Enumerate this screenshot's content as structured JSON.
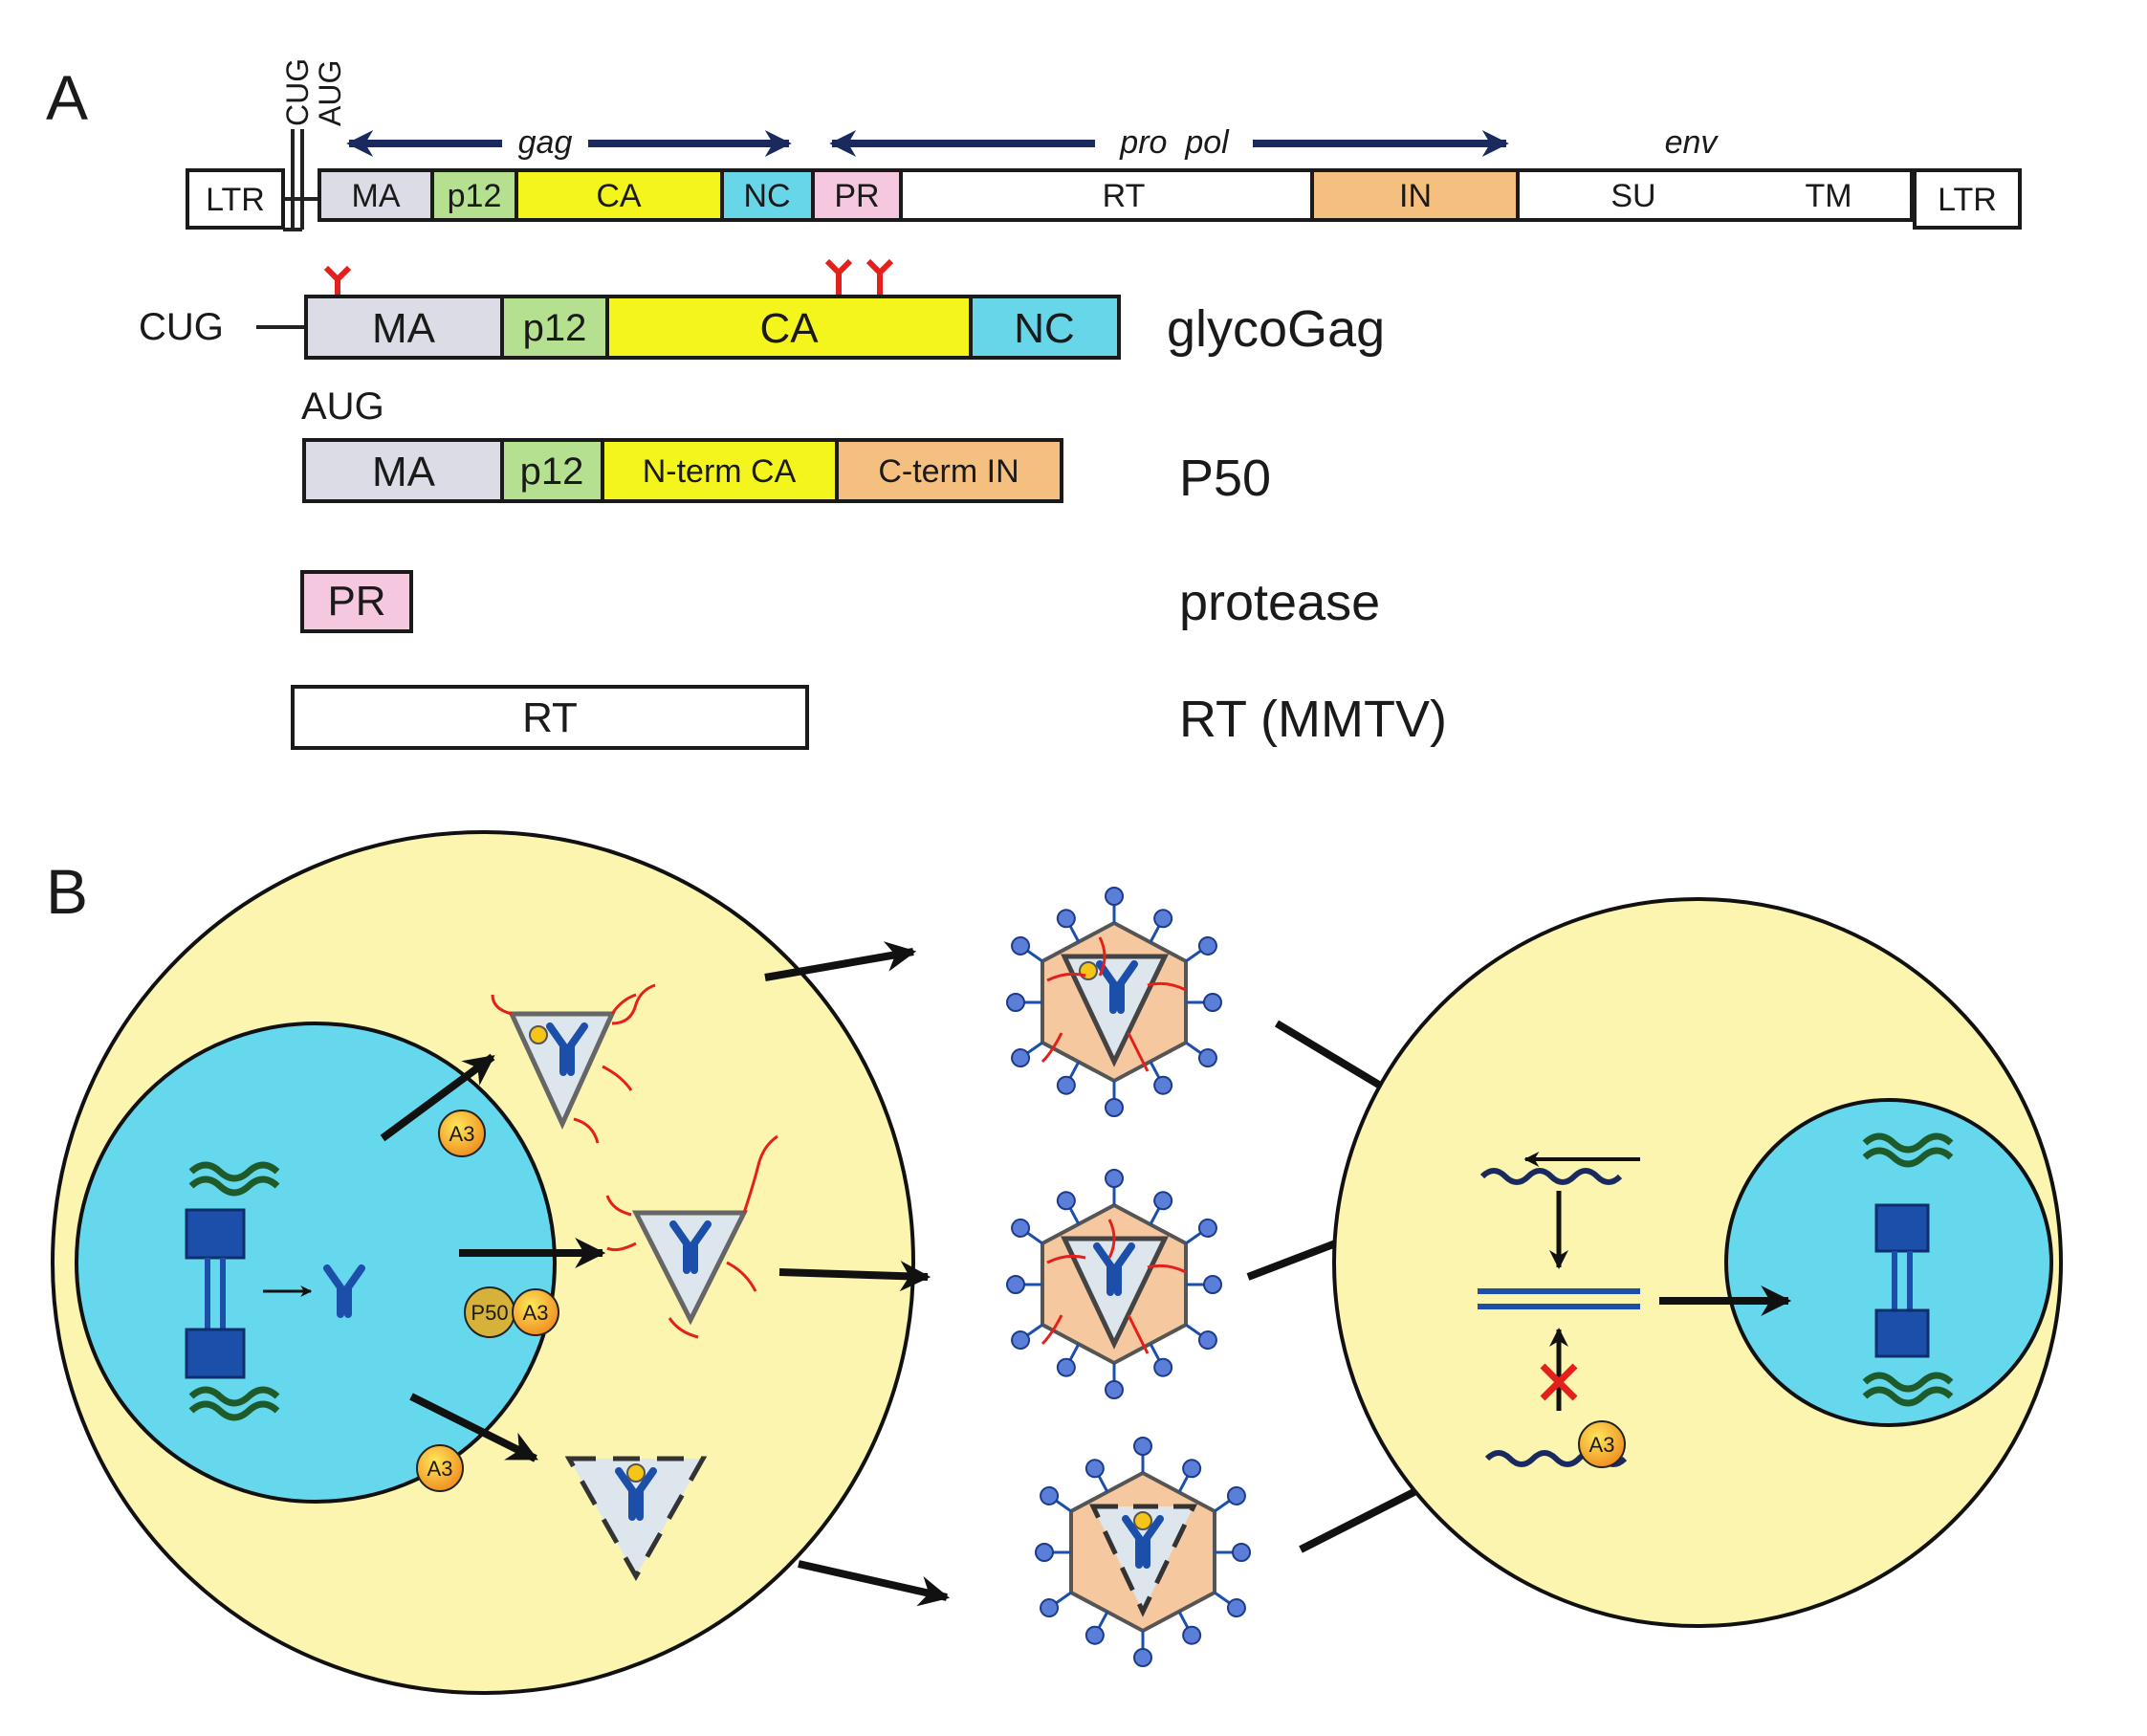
{
  "panel_a": {
    "label": "A",
    "start_codons": [
      "CUG",
      "AUG"
    ],
    "arrow_labels": {
      "gag": "gag",
      "pro_pol": "pro  pol",
      "env": "env"
    },
    "genome_segments": [
      "LTR",
      "MA",
      "p12",
      "CA",
      "NC",
      "PR",
      "RT",
      "IN",
      "SU",
      "TM",
      "LTR"
    ],
    "glycogag": {
      "codon": "CUG",
      "segments": [
        "MA",
        "p12",
        "CA",
        "NC"
      ],
      "name": "glycoGag"
    },
    "p50": {
      "codon": "AUG",
      "segments": [
        "MA",
        "p12",
        "N-term CA",
        "C-term IN"
      ],
      "name": "P50"
    },
    "protease": {
      "segment": "PR",
      "name": "protease"
    },
    "rt": {
      "segment": "RT",
      "name": "RT (MMTV)"
    }
  },
  "panel_b": {
    "label": "B",
    "a3": "A3",
    "p50": "P50"
  },
  "colors": {
    "ma": "#dcdce6",
    "p12": "#b5e08f",
    "ca": "#f5f51e",
    "nc": "#66d6e8",
    "pr": "#f5c8e0",
    "in": "#f5bf80",
    "cell": "#fbf5b0",
    "nucleus": "#66d8ee",
    "virion": "#f5c8a0",
    "glyco": "#e3201b"
  }
}
